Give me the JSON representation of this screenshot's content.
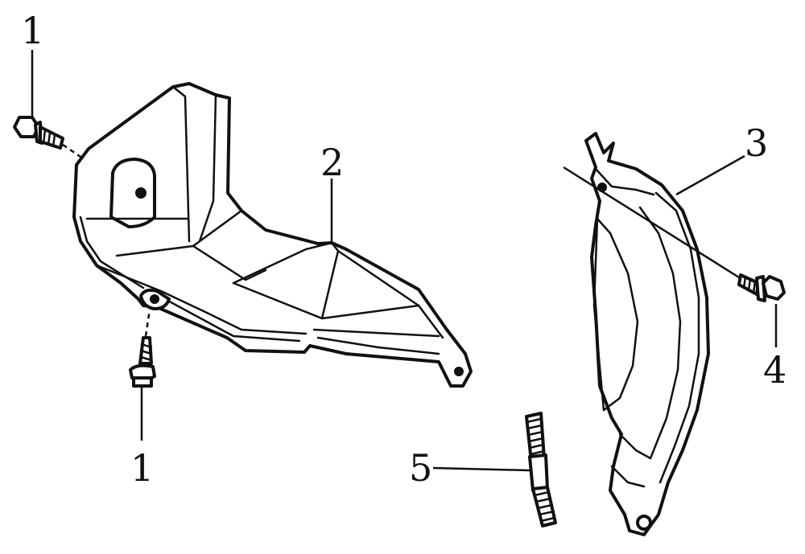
{
  "callouts": {
    "c1_top": "1",
    "c1_bottom": "1",
    "c2": "2",
    "c3": "3",
    "c4": "4",
    "c5": "5"
  },
  "icons": {
    "bolt": "bolt-icon",
    "stud": "stud-icon"
  },
  "colors": {
    "line": "#111111",
    "background": "#ffffff"
  }
}
